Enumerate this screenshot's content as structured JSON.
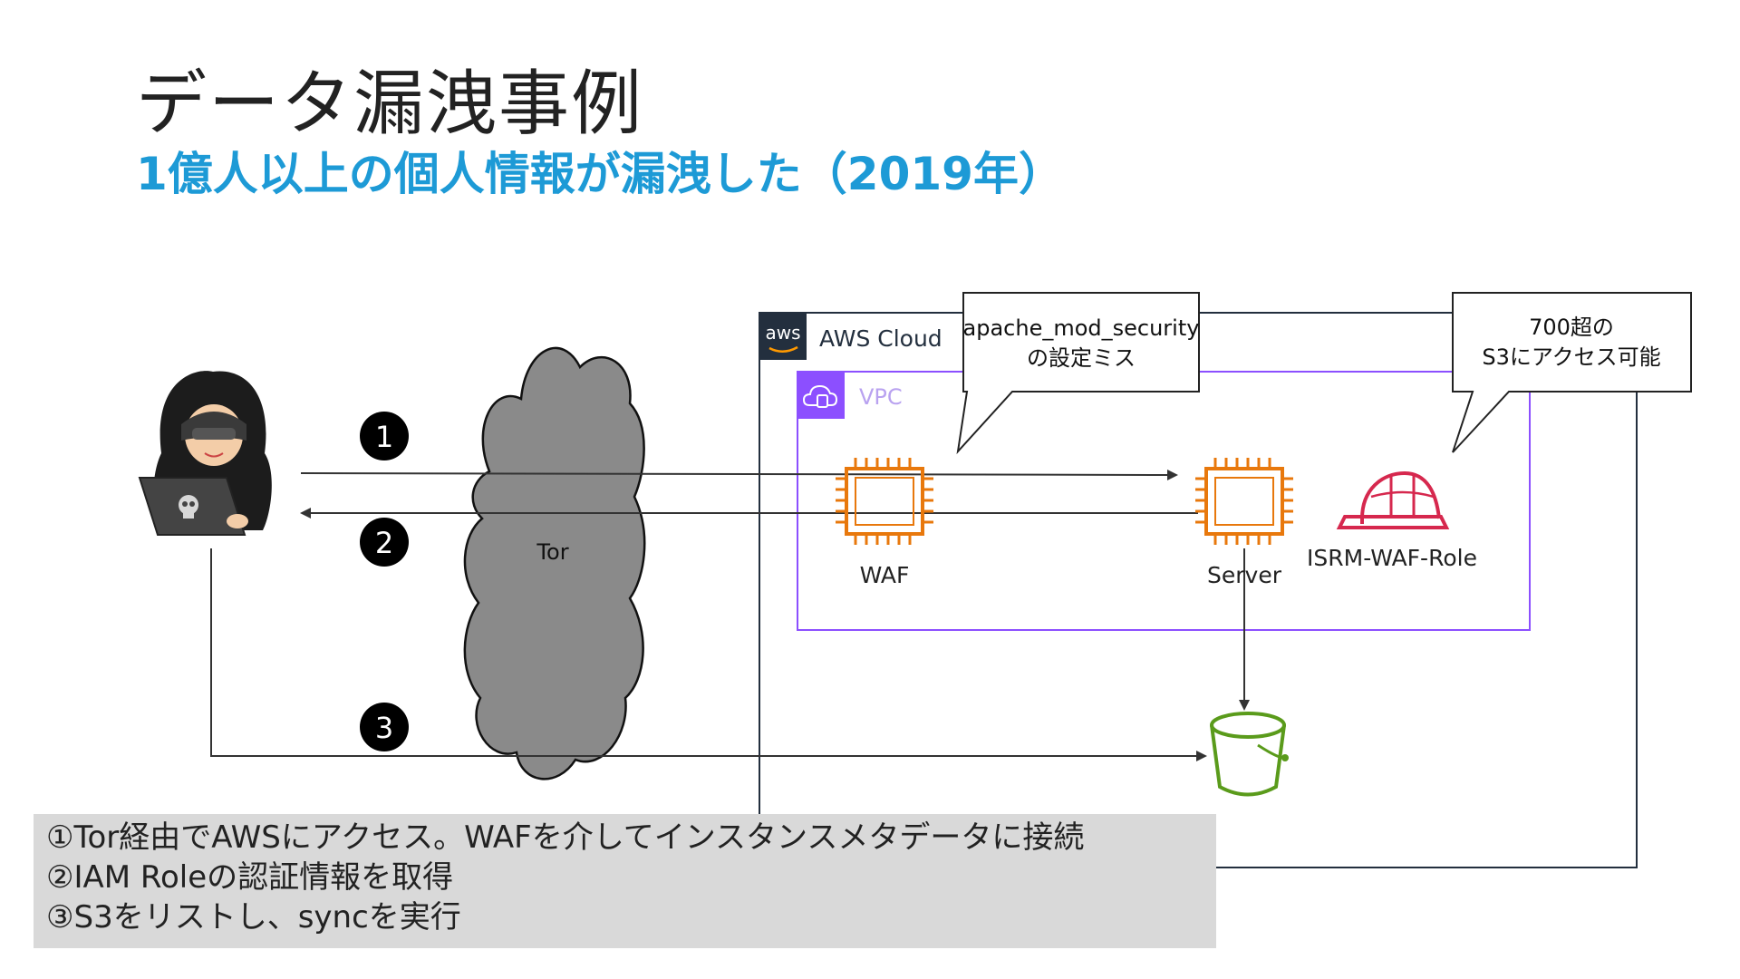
{
  "slide": {
    "title": "データ漏洩事例",
    "subtitle": "1億人以上の個人情報が漏洩した（2019年）"
  },
  "diagram": {
    "aws_cloud": {
      "logo": "aws",
      "label": "AWS Cloud"
    },
    "vpc": {
      "label": "VPC"
    },
    "tor": {
      "label": "Tor"
    },
    "waf": {
      "label": "WAF"
    },
    "server": {
      "label": "Server"
    },
    "role": {
      "label": "ISRM-WAF-Role"
    },
    "steps": [
      "1",
      "2",
      "3"
    ],
    "callout_waf": {
      "line1": "apache_mod_security",
      "line2": "の設定ミス"
    },
    "callout_s3": {
      "line1": "700超の",
      "line2": "S3にアクセス可能"
    },
    "colors": {
      "ec2": "#e8780c",
      "vpc": "#8c4fff",
      "role": "#d6284e",
      "s3": "#5a9b1b",
      "cloud": "#8a8a8a",
      "subtitle": "#1d9ad6"
    },
    "icons": {
      "attacker": "hooded-hacker-icon",
      "waf": "chip-icon",
      "server": "chip-icon",
      "role": "hard-hat-icon",
      "s3": "bucket-icon",
      "vpc": "vpc-cloud-icon"
    }
  },
  "notes": [
    "①Tor経由でAWSにアクセス。WAFを介してインスタンスメタデータに接続",
    "②IAM Roleの認証情報を取得",
    "③S3をリストし、syncを実行"
  ]
}
